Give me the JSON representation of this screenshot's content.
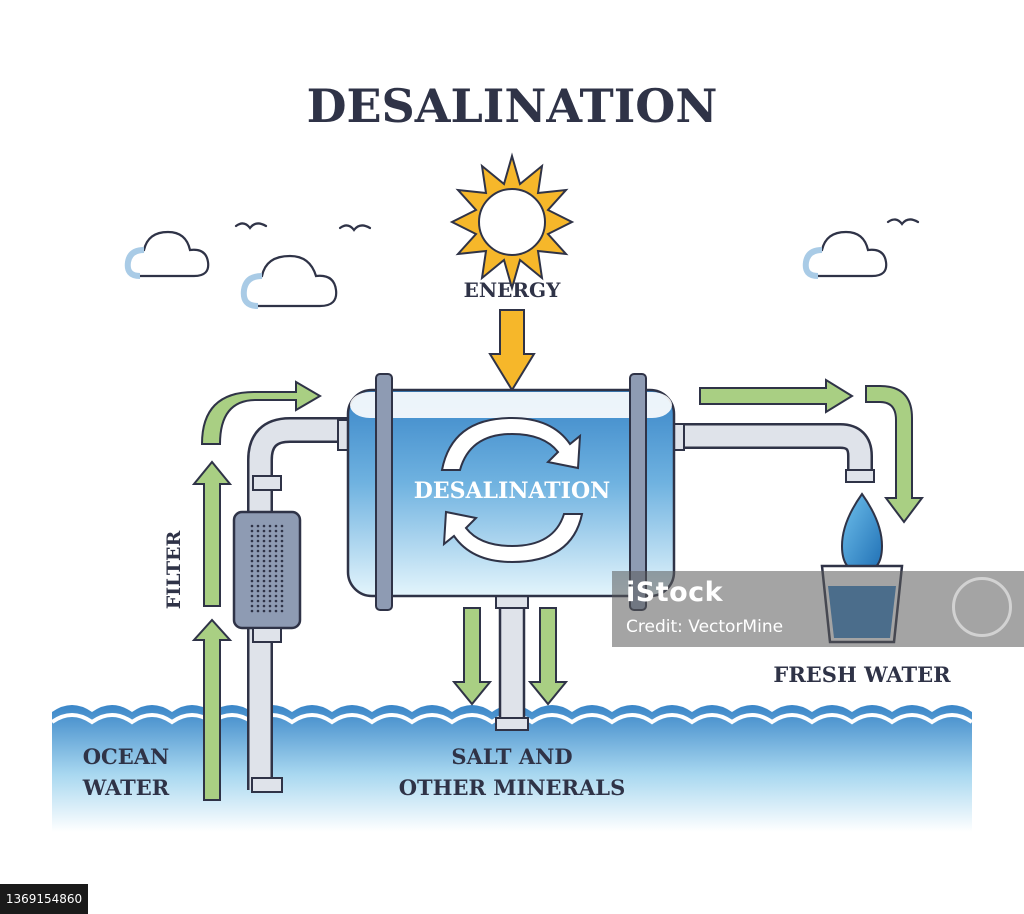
{
  "title": "DESALINATION",
  "labels": {
    "energy": "ENERGY",
    "chamber": "DESALINATION",
    "filter": "FILTER",
    "ocean_line1": "OCEAN",
    "ocean_line2": "WATER",
    "salt_line1": "SALT AND",
    "salt_line2": "OTHER MINERALS",
    "fresh": "FRESH WATER"
  },
  "watermark": {
    "brand": "iStock",
    "credit": "Credit: VectorMine"
  },
  "stock_id": "1369154860",
  "colors": {
    "outline": "#2f3347",
    "water_dark": "#3a86c8",
    "water_light": "#d8f0fb",
    "arrow_green": "#a9cf83",
    "sun": "#f6b72a",
    "pipe": "#dfe3ea"
  }
}
